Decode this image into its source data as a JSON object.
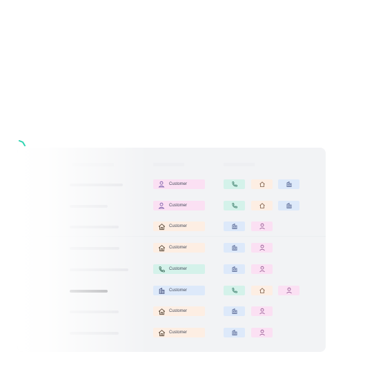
{
  "colors": {
    "pink": "#fbe0f3",
    "peach": "#fdeee3",
    "mint": "#d4f2ea",
    "blue": "#dde9fa",
    "accent": "#2dd4b0"
  },
  "rows": [
    {
      "type": "person",
      "label": "Customer",
      "chips": [
        "phone",
        "home",
        "building"
      ]
    },
    {
      "type": "person",
      "label": "Customer",
      "chips": [
        "phone",
        "home",
        "building"
      ]
    },
    {
      "type": "home",
      "label": "Customer",
      "chips": [
        "building",
        "person"
      ]
    },
    {
      "type": "home",
      "label": "Customer",
      "chips": [
        "building",
        "person"
      ]
    },
    {
      "type": "phone",
      "label": "Customer",
      "chips": [
        "building",
        "person"
      ]
    },
    {
      "type": "building",
      "label": "Customer",
      "chips": [
        "phone",
        "home",
        "person"
      ]
    },
    {
      "type": "home",
      "label": "Customer",
      "chips": [
        "building",
        "person"
      ]
    },
    {
      "type": "home",
      "label": "Customer",
      "chips": [
        "building",
        "person"
      ]
    }
  ]
}
